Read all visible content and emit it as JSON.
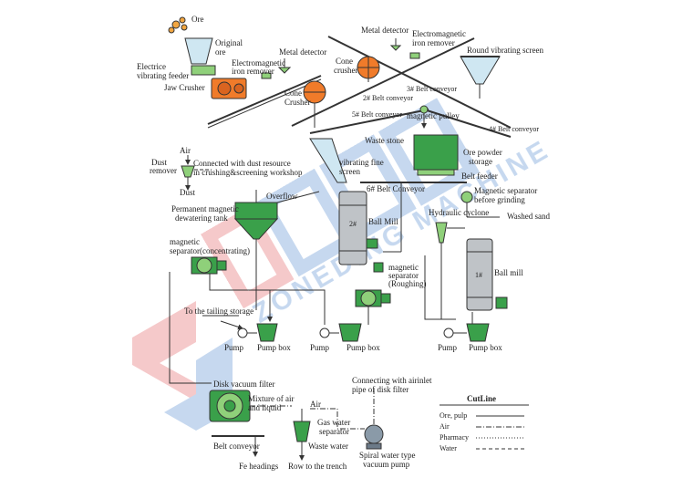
{
  "watermark": {
    "brand": "ZONEDING MACHINE",
    "colors": {
      "red": "#e9868a",
      "blue": "#7fa9dc"
    }
  },
  "colors": {
    "green": "#3aa04a",
    "green_light": "#8fd07a",
    "orange": "#f07b2a",
    "gray": "#bfc3c7",
    "line": "#333333"
  },
  "labels": {
    "ore": "Ore",
    "original_ore_1": "Original",
    "original_ore_2": "ore",
    "electrice_feeder_1": "Electrice",
    "electrice_feeder_2": "vibrating feeder",
    "jaw_crusher": "Jaw Crusher",
    "metal_detector_1": "Metal detector",
    "em_iron_remover_1a": "Electromagnetic",
    "em_iron_remover_1b": "iron remover",
    "cone_crusher_1a": "Cone",
    "cone_crusher_1b": "Crusher",
    "metal_detector_2": "Metal detector",
    "em_iron_remover_2a": "Electromagnetic",
    "em_iron_remover_2b": "iron remover",
    "cone_crusher_2a": "Cone",
    "cone_crusher_2b": "crusher",
    "round_screen": "Round vibrating screen",
    "belt_2": "2# Belt conveyor",
    "belt_3": "3# Belt conveyor",
    "belt_5": "5# Belt conveyor",
    "magnetic_pulley": "magnetic pulley",
    "belt_4": "4# Belt conveyor",
    "waste_stone": "Waste stone",
    "ore_powder_1": "Ore powder",
    "ore_powder_2": "storage",
    "belt_feeder": "Belt feeder",
    "air": "Air",
    "dust_remover_1": "Dust",
    "dust_remover_2": "remover",
    "dust": "Dust",
    "dust_conn_1": "Connected with dust resource",
    "dust_conn_2": "in crushing&screening workshop",
    "vib_fine_1": "vibrating fine",
    "vib_fine_2": "screen",
    "belt_6": "6# Belt Conveyor",
    "mag_sep_before_1": "Magnetic separator",
    "mag_sep_before_2": "before grinding",
    "overflow": "Overflow",
    "perm_tank_1": "Permanent magnetic",
    "perm_tank_2": "dewatering tank",
    "ball_mill_1": "Ball Mill",
    "ball_mill_1_tag": "2#",
    "hydraulic_cyclone": "Hydraulic cyclone",
    "washed_sand": "Washed sand",
    "mag_conc_1": "magnetic",
    "mag_conc_2": "separator(concentrating)",
    "mag_rough_1": "magnetic",
    "mag_rough_2": "separator",
    "mag_rough_3": "(Roughing)",
    "ball_mill_2": "Ball mill",
    "ball_mill_2_tag": "1#",
    "tailing_storage": "To the tailing storage",
    "pump_1": "Pump",
    "pump_box_1": "Pump box",
    "pump_2": "Pump",
    "pump_box_2": "Pump box",
    "pump_3": "Pump",
    "pump_box_3": "Pump box",
    "disk_filter": "Disk vacuum filter",
    "mixture_1": "Mixture of air",
    "mixture_2": "and liquid",
    "conn_air_1": "Connecting with airinlet",
    "conn_air_2": "pipe of disk filter",
    "air_2": "Air",
    "gas_water_1": "Gas water",
    "gas_water_2": "separator",
    "waste_water": "Waste water",
    "spiral_pump_1": "Spiral water type",
    "spiral_pump_2": "vacuum pump",
    "belt_conveyor": "Belt conveyor",
    "fe_headings": "Fe headings",
    "row_trench": "Row to the trench"
  },
  "legend": {
    "title": "CutLine",
    "items": [
      {
        "label": "Ore, pulp",
        "style": "solid"
      },
      {
        "label": "Air",
        "style": "dashdot"
      },
      {
        "label": "Pharmacy",
        "style": "dotted"
      },
      {
        "label": "Water",
        "style": "dashed"
      }
    ]
  }
}
